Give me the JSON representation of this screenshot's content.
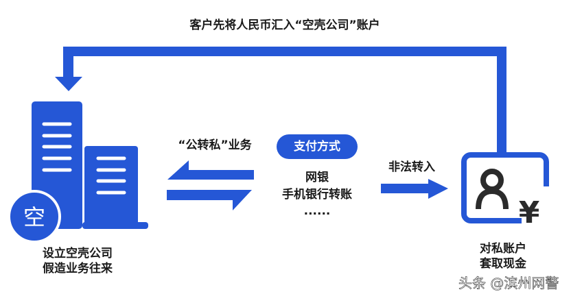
{
  "colors": {
    "primary": "#2557d6",
    "icon_dark": "#2b2b2b"
  },
  "title": "客户先将人民币汇入“空壳公司”账户",
  "left_node": {
    "badge": "空",
    "caption_line1": "设立空壳公司",
    "caption_line2": "假造业务往来",
    "icon": "building-icon"
  },
  "middle": {
    "label": "“公转私”业务",
    "pill": "支付方式",
    "methods": [
      "网银",
      "手机银行转账",
      "......"
    ]
  },
  "arrow_label": "非法转入",
  "right_node": {
    "caption_line1": "对私账户",
    "caption_line2": "套取现金",
    "icon": "person-yuan-icon"
  },
  "watermark": "头条 @滨州网警"
}
